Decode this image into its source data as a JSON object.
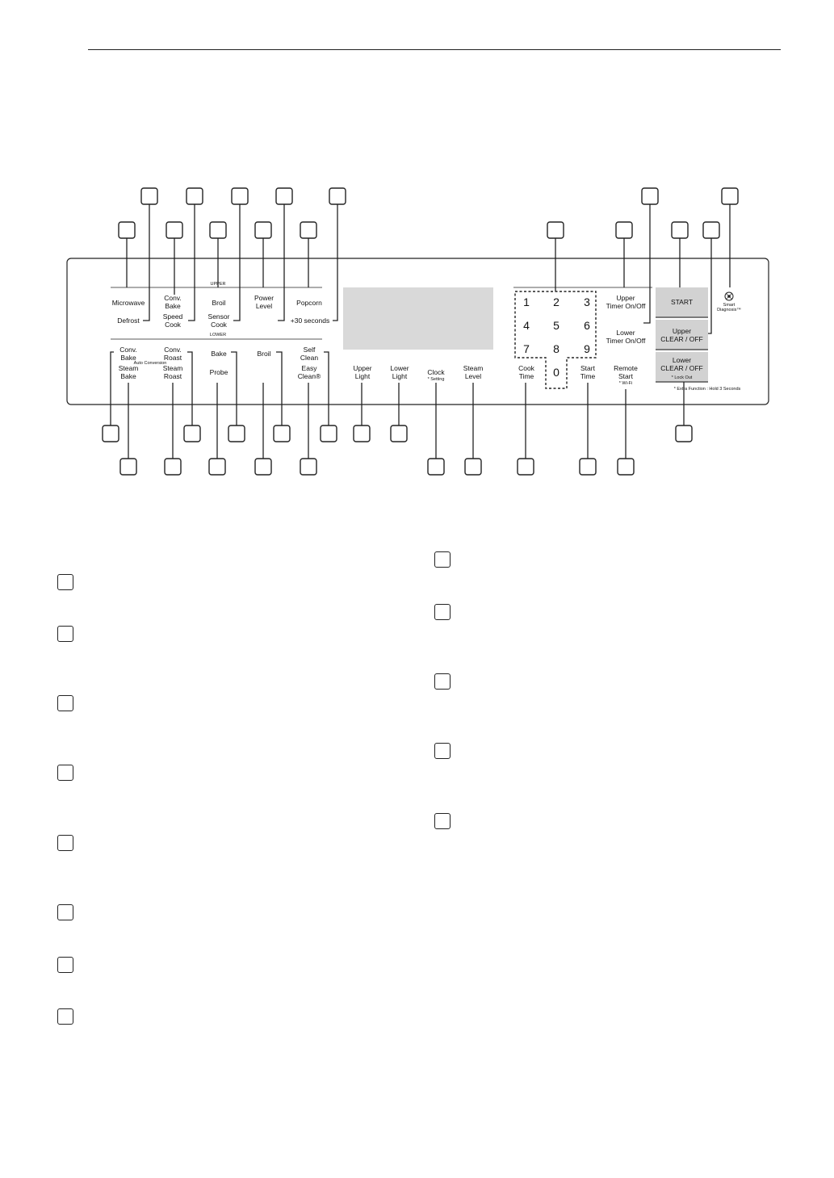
{
  "panel": {
    "section_upper": "UPPER",
    "section_lower": "LOWER",
    "upper_row1": [
      "Microwave",
      "Conv.|Bake",
      "Broil",
      "Power|Level",
      "Popcorn"
    ],
    "upper_row2": [
      "Defrost",
      "Speed|Cook",
      "",
      "Sensor|Cook",
      "+30 seconds"
    ],
    "lower_row1": [
      "Conv.|Bake",
      "Conv.|Roast",
      "Bake",
      "Broil",
      "Self|Clean"
    ],
    "auto_conversion": "Auto Conversion",
    "lower_row2": [
      "Steam|Bake",
      "Steam|Roast",
      "Probe",
      "",
      "Easy|Clean®"
    ],
    "bottom_keys": [
      "Upper|Light",
      "Lower|Light",
      "Clock",
      "Steam|Level"
    ],
    "clock_sub": "* Setting",
    "keypad_digits": [
      "1",
      "2",
      "3",
      "4",
      "5",
      "6",
      "7",
      "8",
      "9",
      "0"
    ],
    "cook_time": "Cook|Time",
    "start_time": "Start|Time",
    "remote_start": "Remote|Start",
    "remote_sub": "* Wi-Fi",
    "upper_timer": "Upper|Timer On/Off",
    "lower_timer": "Lower|Timer On/Off",
    "start": "START",
    "upper_clear": "Upper|CLEAR / OFF",
    "lower_clear": "Lower|CLEAR / OFF",
    "lock_out": "* Lock Out",
    "extra_function_note": "* Extra Function : Hold 3 Seconds",
    "smart_diagnosis": "Smart|Diagnosis™"
  },
  "colors": {
    "display": "#d9d9d9",
    "start_button": "#d2d2d2",
    "clear_buttons": "#d2d2d2",
    "outline": "#222222"
  },
  "icons": {
    "smart_diagnosis": "smart-diagnosis-icon"
  },
  "legend": {
    "left_count": 8,
    "right_count": 5
  }
}
